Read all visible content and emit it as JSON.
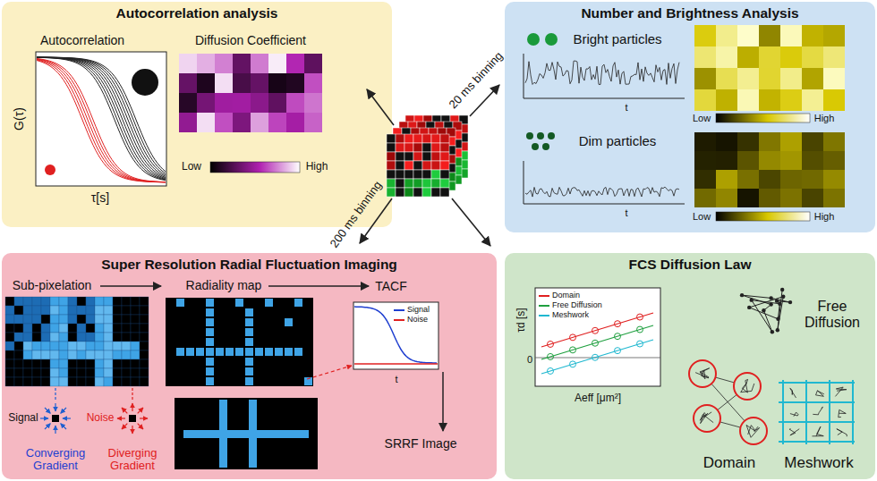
{
  "diagram": {
    "nodes": [
      {
        "text": [
          "Autocorrelation analysis"
        ]
      },
      {
        "text": [
          "Number and Brightness Analysis"
        ]
      },
      {
        "text": [
          "Super Resolution Radial Fluctuation Imaging"
        ]
      },
      {
        "text": [
          "FCS Diffusion Law"
        ]
      }
    ],
    "labels": [
      "20 ms binning",
      "200 ms binning",
      "Autocorrelation",
      "G(τ)",
      "τ[s]",
      "Diffusion Coefficient",
      "Low",
      "High",
      "Bright particles",
      "t",
      "Low",
      "High",
      "Dim particles",
      "t",
      "Low",
      "High",
      "Sub-pixelation",
      "Radiality map",
      "TACF",
      "t",
      "Signal",
      "Noise",
      "Converging Gradient",
      "Diverging Gradient",
      "SRRF Image",
      "τd [s]",
      "0",
      "Aeff [μm²]",
      "Free Diffusion",
      "Domain",
      "Meshwork"
    ],
    "legend": [
      {
        "text": "Signal"
      },
      {
        "text": "Noise"
      },
      {
        "text": "Domain"
      },
      {
        "text": "Free Diffusion"
      },
      {
        "text": "Meshwork"
      }
    ]
  }
}
